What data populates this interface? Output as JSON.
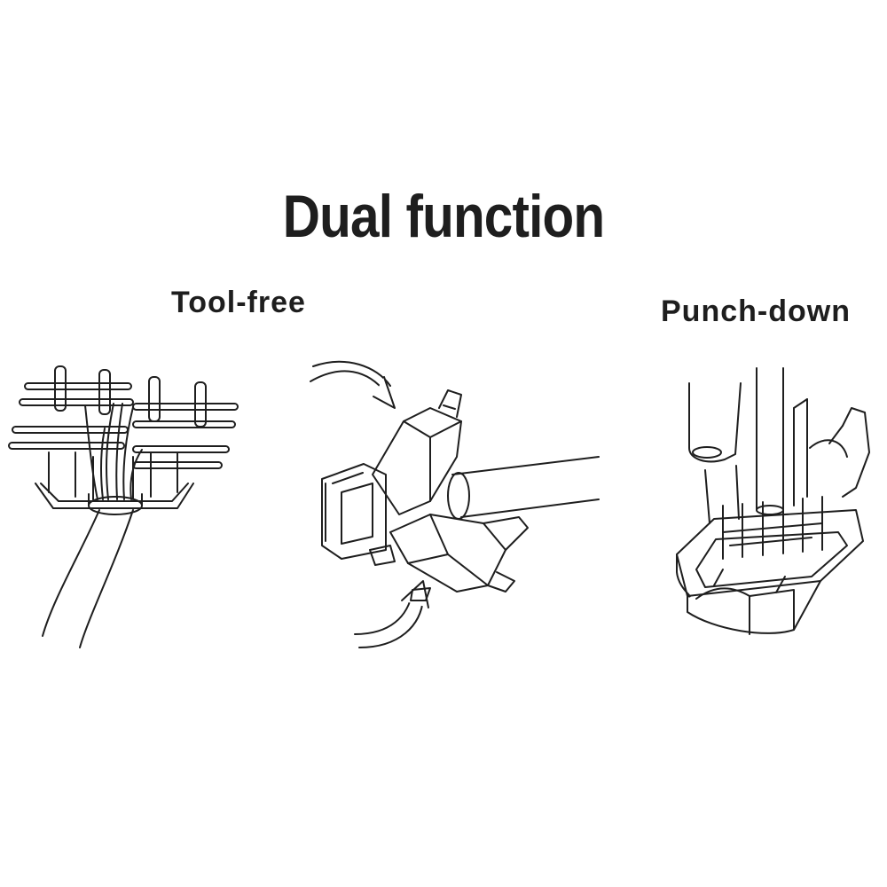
{
  "title": "Dual function",
  "labels": {
    "left": "Tool-free",
    "right": "Punch-down"
  },
  "colors": {
    "line": "#1e1e1e",
    "background": "#ffffff"
  },
  "icons": {
    "left": "wire-comb-illustration",
    "center": "keystone-jack-closing-illustration",
    "right": "punch-down-tool-illustration"
  }
}
